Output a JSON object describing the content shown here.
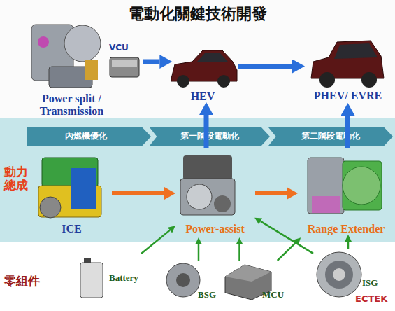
{
  "diagram": {
    "title": "電動化關鍵技術開發",
    "nodes": [
      {
        "text": [
          "Power split / Transmission"
        ]
      },
      {
        "text": [
          "VCU"
        ]
      },
      {
        "text": [
          "HEV"
        ]
      },
      {
        "text": [
          "PHEV/ EVRE"
        ]
      },
      {
        "text": [
          "內燃機優化"
        ]
      },
      {
        "text": [
          "第一階段電動化"
        ]
      },
      {
        "text": [
          "第二階段電動化"
        ]
      },
      {
        "text": [
          "ICE"
        ]
      },
      {
        "text": [
          "Power-assist"
        ]
      },
      {
        "text": [
          "Range Extender"
        ]
      },
      {
        "text": [
          "Battery"
        ]
      },
      {
        "text": [
          "BSG"
        ]
      },
      {
        "text": [
          "MCU"
        ]
      },
      {
        "text": [
          "ISG"
        ]
      }
    ],
    "edges": [
      {
        "from": 1,
        "to": 2,
        "arrow": "to"
      },
      {
        "from": 2,
        "to": 3,
        "arrow": "to"
      },
      {
        "from": 8,
        "to": 2,
        "arrow": "to"
      },
      {
        "from": 9,
        "to": 3,
        "arrow": "to"
      },
      {
        "from": 7,
        "to": 8,
        "arrow": "to"
      },
      {
        "from": 8,
        "to": 9,
        "arrow": "to"
      },
      {
        "from": 10,
        "to": 8,
        "arrow": "to"
      },
      {
        "from": 11,
        "to": 8,
        "arrow": "to"
      },
      {
        "from": 12,
        "to": 8,
        "arrow": "to"
      },
      {
        "from": 12,
        "to": 9,
        "arrow": "to"
      },
      {
        "from": 13,
        "to": 8,
        "arrow": "to"
      },
      {
        "from": 13,
        "to": 9,
        "arrow": "to"
      }
    ],
    "labels": [
      "動力 總成",
      "零組件",
      "ECTEK"
    ]
  }
}
